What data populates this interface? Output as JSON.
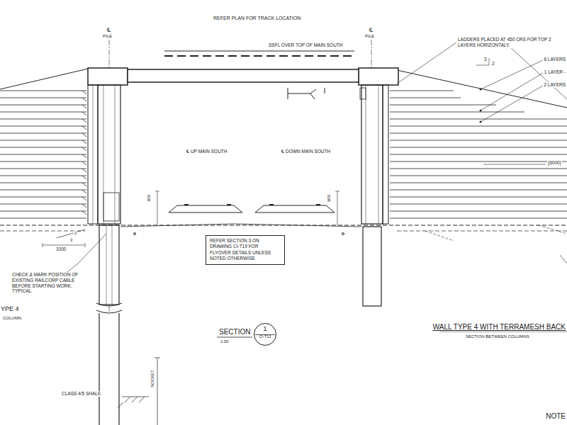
{
  "diagram": {
    "nodes": [
      {
        "text": [
          "REFER SECTION 3 ON DRAWING CI-T19 FOR FLYOVER DETAILS UNLESS NOTED OTHERWISE"
        ]
      },
      {
        "text": [
          "1",
          "CI-T12"
        ]
      }
    ],
    "labels": [
      "REFER PLAN FOR TRACK LOCATION",
      "℄",
      "PILE",
      "℄",
      "PILE",
      "SSFL OVER TOP OF MAIN SOUTH",
      "LADDERS PLACED AT 450 CRS FOR TOP 2 LAYERS HORIZONTALY.",
      "3",
      "2",
      "6 LAYERS",
      "1 LAYER -",
      "2 LAYERS",
      "℄ UP MAIN SOUTH",
      "℄ DOWN MAIN SOUTH",
      "400",
      "900",
      "(6000)",
      "2",
      "3",
      "1000",
      "CHECK & MARK POSITION OF EXISTING RAILCORP CABLE BEFORE STARTING WORK. TYPICAL.",
      "YPE 4",
      "COLUMN",
      "SECTION",
      "1:50",
      "WALL TYPE 4 WITH TERRAMESH BACK",
      "SECTION BETWEEN COLUMNS",
      "CLASS 4/5 SHALE",
      "SOCKET",
      "NOTE"
    ]
  }
}
